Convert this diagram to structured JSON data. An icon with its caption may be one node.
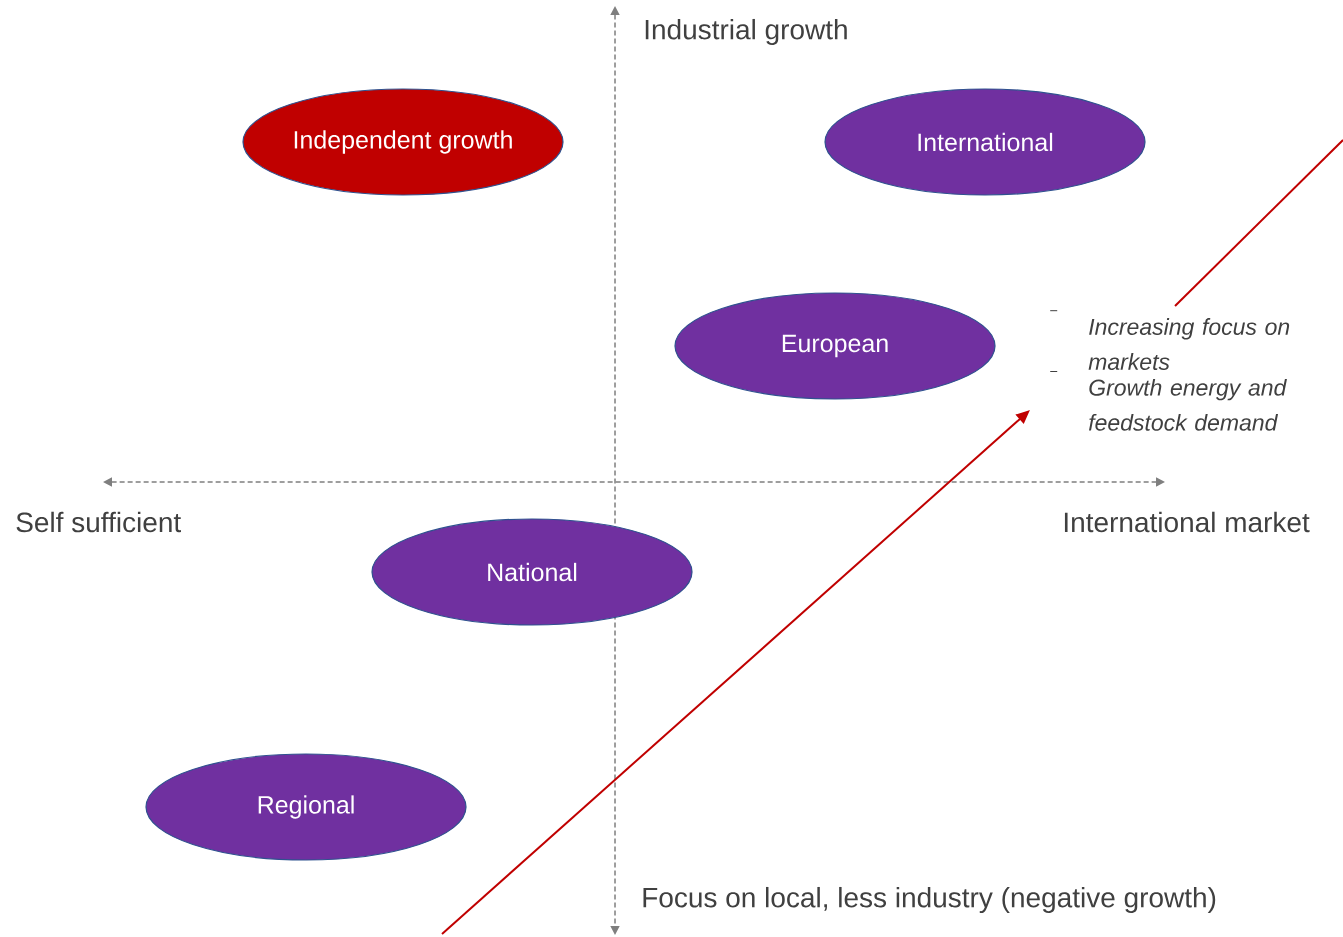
{
  "diagram": {
    "nodes": [
      {
        "text": [
          "Independent growth"
        ]
      },
      {
        "text": [
          "International"
        ]
      },
      {
        "text": [
          "European"
        ]
      },
      {
        "text": [
          "National"
        ]
      },
      {
        "text": [
          "Regional"
        ]
      },
      {
        "text": [
          "Increasing focus on markets",
          "Growth energy and feedstock demand"
        ]
      }
    ],
    "edges": [
      {
        "from": null,
        "to": 5,
        "arrow": "to",
        "color": "#c00000"
      },
      {
        "from": 5,
        "to": null,
        "arrow": "none",
        "color": "#c00000"
      }
    ],
    "labels": [
      "Industrial growth",
      "Self sufficient",
      "International market",
      "Focus on local, less industry (negative growth)"
    ]
  }
}
